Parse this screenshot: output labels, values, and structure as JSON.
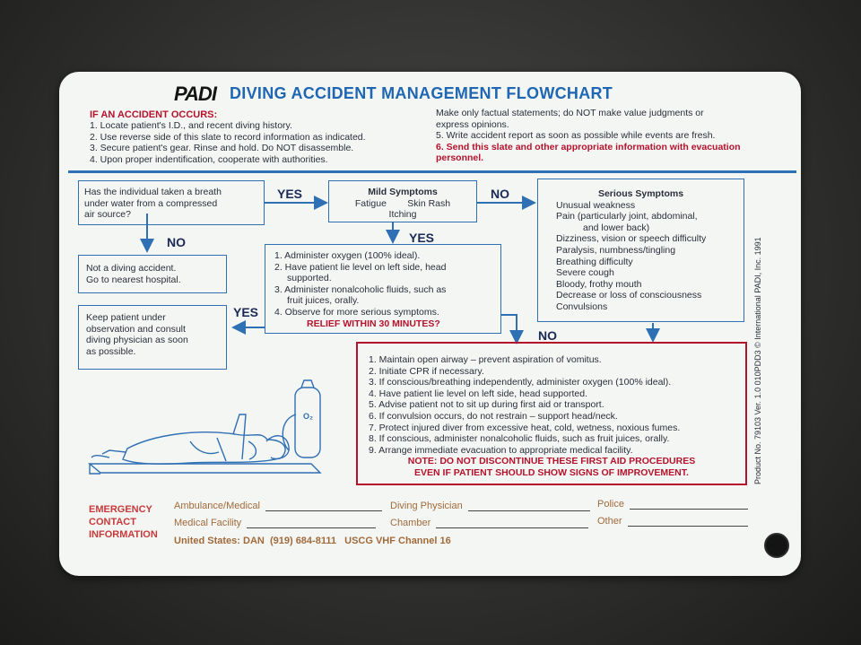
{
  "brand": "PADI",
  "title": "DIVING ACCIDENT MANAGEMENT FLOWCHART",
  "accident": {
    "heading": "IF AN ACCIDENT OCCURS:",
    "steps": [
      "1. Locate patient's I.D., and recent diving history.",
      "2. Use reverse side of this slate to record information as indicated.",
      "3. Secure patient's gear. Rinse and hold. Do NOT disassemble.",
      "4. Upon proper indentification, cooperate with authorities."
    ],
    "notes": [
      "Make only factual statements; do NOT make value judgments or",
      "express opinions.",
      "5. Write accident report as soon as possible while events are fresh.",
      "6. Send this slate and other appropriate information with evacuation",
      "personnel."
    ]
  },
  "flow": {
    "question": [
      "Has the individual taken a breath",
      "under water from a compressed",
      "air source?"
    ],
    "yes": "YES",
    "no": "NO",
    "not_diving": [
      "Not a diving accident.",
      "Go to nearest hospital."
    ],
    "mild": {
      "heading": "Mild Symptoms",
      "line1": "Fatigue        Skin Rash",
      "line2": "Itching"
    },
    "serious": {
      "heading": "Serious Symptoms",
      "items": [
        "Unusual weakness",
        "Pain (particularly joint, abdominal,",
        "and lower back)",
        "Dizziness, vision or speech difficulty",
        "Paralysis, numbness/tingling",
        "Breathing difficulty",
        "Severe cough",
        "Bloody, frothy mouth",
        "Decrease or loss of consciousness",
        "Convulsions"
      ]
    },
    "oxygen_steps": [
      "1. Administer oxygen (100% ideal).",
      "2. Have patient lie level on left side, head",
      "supported.",
      "3. Administer nonalcoholic fluids, such as",
      "fruit juices, orally.",
      "4. Observe for more serious symptoms."
    ],
    "relief": "RELIEF WITHIN 30 MINUTES?",
    "keep": [
      "Keep patient under",
      "observation and consult",
      "diving physician as soon",
      "as possible."
    ]
  },
  "first_aid": {
    "steps": [
      "1. Maintain open airway – prevent aspiration of vomitus.",
      "2. Initiate CPR if necessary.",
      "3. If conscious/breathing independently, administer oxygen (100% ideal).",
      "4. Have patient lie level on left side, head supported.",
      "5. Advise patient not to sit up during first aid or transport.",
      "6. If convulsion occurs, do not restrain – support head/neck.",
      "7. Protect injured diver from excessive heat, cold, wetness, noxious fumes.",
      "8. If conscious, administer nonalcoholic fluids, such as fruit juices, orally.",
      "9. Arrange immediate evacuation to appropriate medical facility."
    ],
    "note1": "NOTE: DO NOT DISCONTINUE THESE FIRST AID PROCEDURES",
    "note2": "EVEN IF PATIENT SHOULD SHOW SIGNS OF IMPROVEMENT."
  },
  "illustration": {
    "tank_label": "O₂"
  },
  "emergency": {
    "heading": [
      "EMERGENCY",
      "CONTACT",
      "INFORMATION"
    ],
    "fields": {
      "ambulance": "Ambulance/Medical",
      "facility": "Medical Facility",
      "physician": "Diving Physician",
      "chamber": "Chamber",
      "police": "Police",
      "other": "Other"
    },
    "hotline": "United States: DAN  (919) 684-8111   USCG VHF Channel 16"
  },
  "side_text": "Product No. 79103 Ver. 1.0  010PDD3   © International PADI, Inc. 1991",
  "colors": {
    "blue": "#1f66b3",
    "red": "#b5122c",
    "brown": "#a06a3a"
  }
}
